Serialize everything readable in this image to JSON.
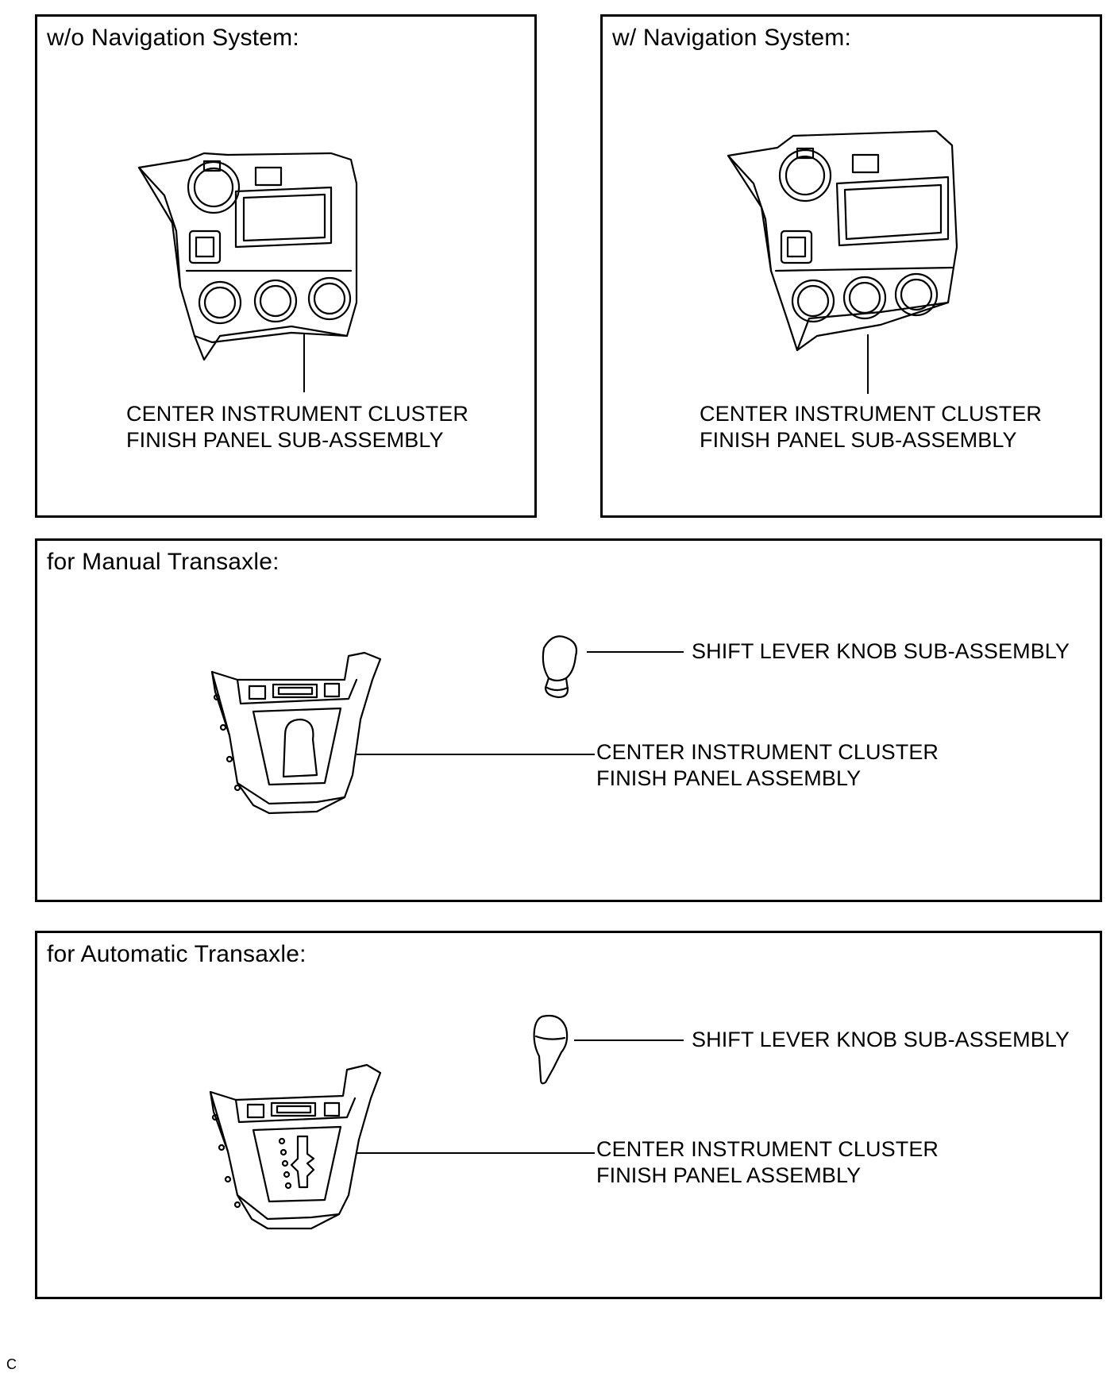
{
  "panels": [
    {
      "title": "w/o Navigation System:",
      "callout": {
        "line1": "CENTER INSTRUMENT CLUSTER",
        "line2": "FINISH PANEL SUB-ASSEMBLY"
      }
    },
    {
      "title": "w/ Navigation System:",
      "callout": {
        "line1": "CENTER INSTRUMENT CLUSTER",
        "line2": "FINISH PANEL SUB-ASSEMBLY"
      }
    },
    {
      "title": "for Manual Transaxle:",
      "knob_label": "SHIFT LEVER KNOB SUB-ASSEMBLY",
      "callout": {
        "line1": "CENTER INSTRUMENT CLUSTER",
        "line2": "FINISH PANEL ASSEMBLY"
      }
    },
    {
      "title": "for Automatic Transaxle:",
      "knob_label": "SHIFT LEVER KNOB SUB-ASSEMBLY",
      "callout": {
        "line1": "CENTER INSTRUMENT CLUSTER",
        "line2": "FINISH PANEL ASSEMBLY"
      }
    }
  ],
  "footnote": "C"
}
